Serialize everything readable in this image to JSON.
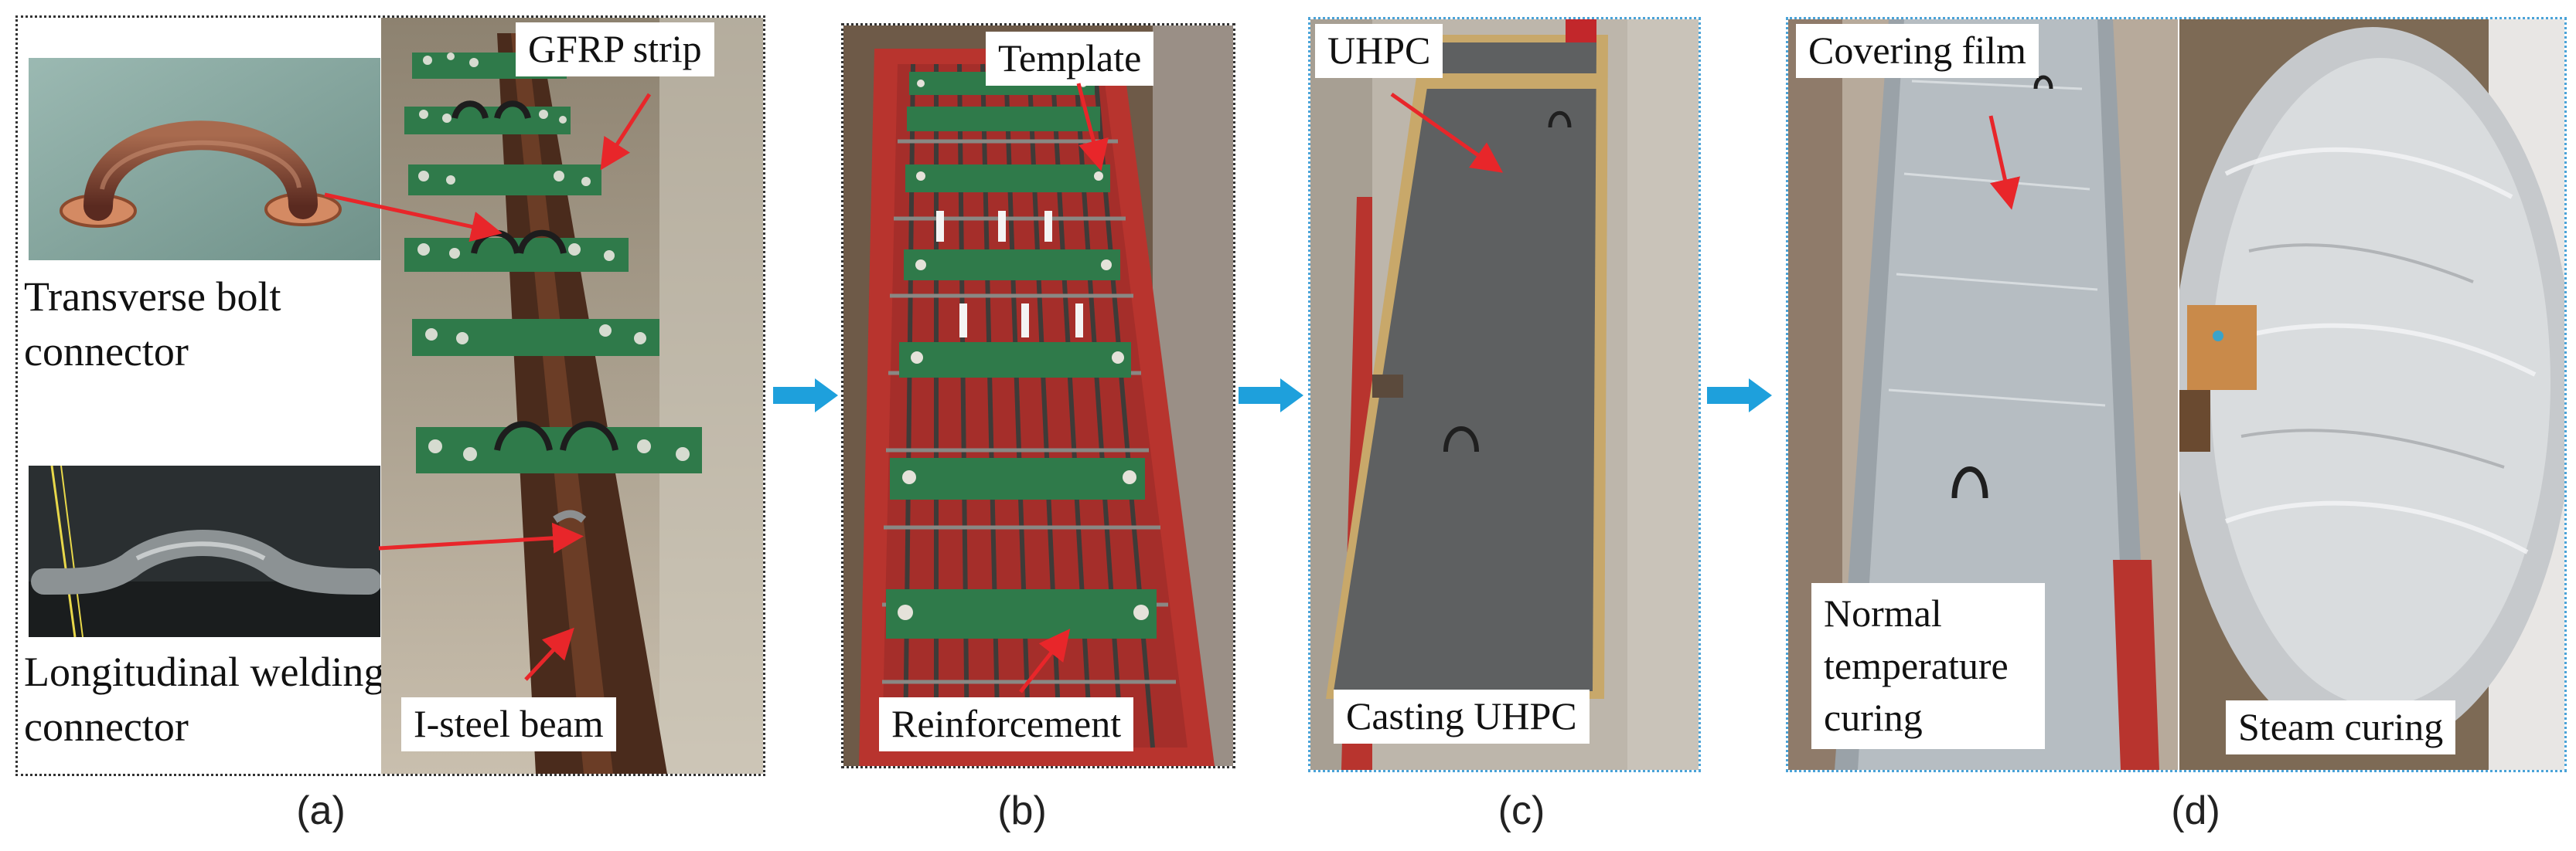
{
  "panel_a": {
    "caption": "(a)",
    "labels": {
      "gfrp_strip": "GFRP strip",
      "transverse_bolt_connector": "Transverse bolt connector",
      "longitudinal_welding_connector": "Longitudinal welding connector",
      "i_steel_beam": "I-steel beam"
    }
  },
  "panel_b": {
    "caption": "(b)",
    "labels": {
      "template": "Template",
      "reinforcement": "Reinforcement"
    }
  },
  "panel_c": {
    "caption": "(c)",
    "labels": {
      "uhpc": "UHPC",
      "casting_uhpc": "Casting UHPC"
    }
  },
  "panel_d": {
    "caption": "(d)",
    "labels": {
      "covering_film": "Covering film",
      "normal_temperature_curing": "Normal temperature curing",
      "steam_curing": "Steam curing"
    }
  },
  "colors": {
    "arrow_red": "#e8262a",
    "step_arrow_blue": "#1ea0dc",
    "frame_black": "#333333",
    "frame_blue": "#4aa3d8",
    "gfrp_green": "#2f7a4a",
    "formwork_red": "#b8342e",
    "concrete_gray": "#5e6061"
  }
}
